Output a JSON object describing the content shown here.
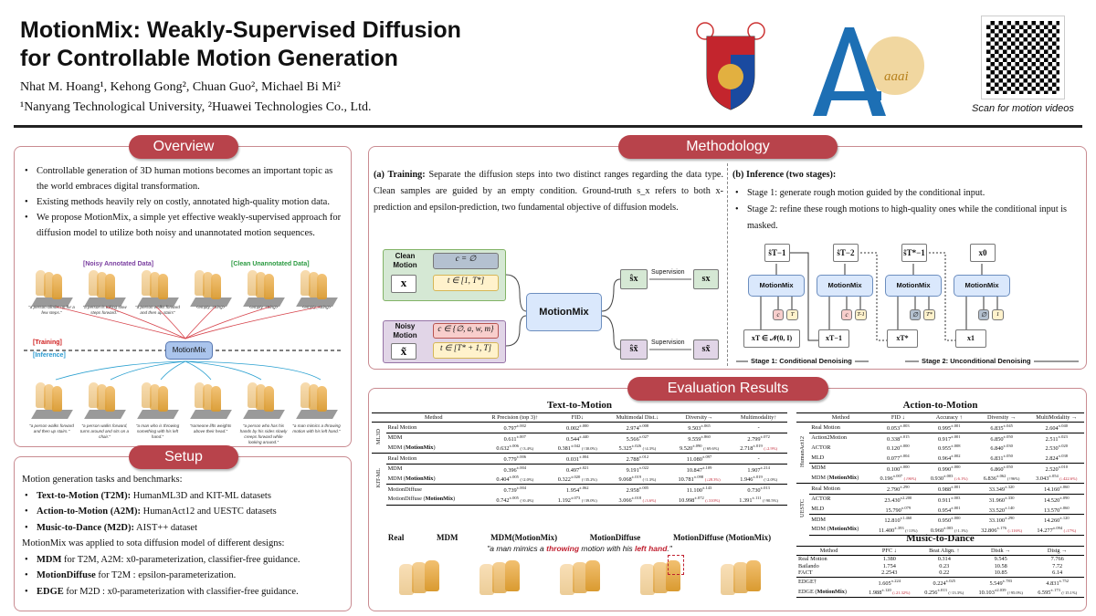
{
  "header": {
    "title_line1": "MotionMix: Weakly-Supervised Diffusion",
    "title_line2": "for Controllable Motion Generation",
    "authors": "Nhat M. Hoang¹, Kehong Gong², Chuan Guo², Michael Bi Mi²",
    "affiliations": "¹Nanyang Technological University, ²Huawei Technologies Co., Ltd.",
    "logo_aaai": "aaai",
    "qr_caption": "Scan for motion videos"
  },
  "overview": {
    "title": "Overview",
    "bullets": [
      "Controllable generation of 3D human motions becomes an important topic as the world embraces digital transformation.",
      "Existing methods heavily rely on costly, annotated high-quality motion data.",
      "We propose MotionMix, a simple yet effective weakly-supervised approach for diffusion model to utilize both noisy and unannotated motion sequences."
    ],
    "figure": {
      "noisy_label": "[Noisy Annotated Data]",
      "clean_label": "[Clean Unannotated Data]",
      "training_label": "[Training]",
      "inference_label": "[Inference]",
      "center": "MotionMix",
      "train_captions": [
        "\"a person climbs up for a few steps.\"",
        "\"a person is taking slow steps forward.\"",
        "\"a person walks forward and then up stairs\"",
        "<empty_string>",
        "<empty_string>",
        "<empty_string>"
      ],
      "infer_captions": [
        "\"a person walks forward and then up stairs.\"",
        "\"a person walks forward, turns around and sits on a chair.\"",
        "\"a man who is throwing something with his left hand.\"",
        "\"someone lifts weights above their head.\"",
        "\"a person who has his hands by his sides slowly creeps forward while looking around.\"",
        "\"a man mimics a throwing motion with his left hand.\""
      ]
    }
  },
  "setup": {
    "title": "Setup",
    "intro": "Motion generation tasks and benchmarks:",
    "tasks": [
      {
        "name": "Text-to-Motion (T2M):",
        "desc": " HumanML3D and KIT-ML datasets"
      },
      {
        "name": "Action-to-Motion (A2M):",
        "desc": " HumanAct12 and UESTC datasets"
      },
      {
        "name": "Music-to-Dance (M2D):",
        "desc": " AIST++ dataset"
      }
    ],
    "applied": "MotionMix was applied to sota diffusion model of different designs:",
    "models": [
      {
        "name": "MDM",
        "desc": " for T2M, A2M: x0-parameterization, classifier-free guidance."
      },
      {
        "name": "MotionDiffuse",
        "desc": " for T2M : epsilon-parameterization."
      },
      {
        "name": "EDGE",
        "desc": " for M2D : x0-parameterization with classifier-free guidance."
      }
    ]
  },
  "methodology": {
    "title": "Methodology",
    "training_head": "(a) Training:",
    "training_text": " Separate the diffusion steps into two distinct ranges regarding the data type. Clean samples are guided by an empty condition. Ground-truth s_x refers to both x-prediction and epsilon-prediction, two fundamental objective of diffusion models.",
    "inference_head": "(b) Inference (two stages):",
    "inference_bullets": [
      "Stage 1: generate rough motion guided by the conditional input.",
      "Stage 2: refine these rough motions to high-quality ones while the conditional input is masked."
    ],
    "train_fig": {
      "clean": "Clean Motion",
      "noisy": "Noisy Motion",
      "x": "x",
      "xt": "x̃",
      "c_clean": "c = ∅",
      "t_clean": "t ∈ [1, T*]",
      "c_noisy": "c ∈ {∅, a, w, m}",
      "t_noisy": "t ∈ [T* + 1, T]",
      "center": "MotionMix",
      "sup": "Supervision",
      "shat_x": "ŝx",
      "s_x": "sx",
      "shat_xt": "ŝx̃",
      "s_xt": "sx̃"
    },
    "infer_fig": {
      "steps": [
        {
          "out": "ŝT−1",
          "in": "xT ∈ 𝒩(0, I)",
          "c": "c",
          "t": "T"
        },
        {
          "out": "ŝT−2",
          "in": "xT−1",
          "c": "c",
          "t": "T-1"
        },
        {
          "out": "ŝT*−1",
          "in": "xT*",
          "c": "∅",
          "t": "T*"
        },
        {
          "out": "x0",
          "in": "x1",
          "c": "∅",
          "t": "1"
        }
      ],
      "block": "MotionMix",
      "stage1": "Stage 1: Conditional Denoising",
      "stage2": "Stage 2: Unconditional Denoising"
    }
  },
  "evaluation": {
    "title": "Evaluation Results",
    "t2m": {
      "title": "Text-to-Motion",
      "headers": [
        "",
        "Method",
        "R Precision (top 3)↑",
        "FID↓",
        "Multimodal Dist.↓",
        "Diversity→",
        "Multimodality↑"
      ],
      "groups": [
        {
          "name": "ML3D",
          "rows": [
            [
              [
                "Real Motion"
              ],
              [
                "0.797",
                "±.002"
              ],
              [
                "0.002",
                "±.000"
              ],
              [
                "2.974",
                "±.008"
              ],
              [
                "9.503",
                "±.065"
              ],
              [
                "-"
              ]
            ],
            [
              [
                "MDM"
              ],
              [
                "0.611",
                "±.007"
              ],
              [
                "0.544",
                "±.440"
              ],
              [
                "5.566",
                "±.027"
              ],
              [
                "9.559",
                "±.860"
              ],
              [
                "2.799",
                "±.072"
              ]
            ],
            [
              [
                "MDM (MotionMix)"
              ],
              [
                "0.632",
                "±.006",
                "(↑3.4%)"
              ],
              [
                "0.381",
                "±.042",
                "(↑30.0%)"
              ],
              [
                "5.325",
                "±.026",
                "(↑4.3%)"
              ],
              [
                "9.520",
                "±.090",
                "(↑69.6%)"
              ],
              [
                "2.718",
                "±.019",
                "(↓2.9%)",
                1
              ]
            ]
          ]
        },
        {
          "name": "KIT-ML",
          "rows": [
            [
              [
                "Real Motion"
              ],
              [
                "0.779",
                "±.006"
              ],
              [
                "0.031",
                "±.004"
              ],
              [
                "2.788",
                "±.012"
              ],
              [
                "11.080",
                "±.097"
              ],
              [
                "-"
              ]
            ],
            [
              [
                "MDM"
              ],
              [
                "0.396",
                "±.004"
              ],
              [
                "0.497",
                "±.021"
              ],
              [
                "9.191",
                "±.022"
              ],
              [
                "10.847",
                "±.109"
              ],
              [
                "1.907",
                "±.214"
              ]
            ],
            [
              [
                "MDM (MotionMix)"
              ],
              [
                "0.404",
                "±.005",
                "(↑2.0%)"
              ],
              [
                "0.322",
                "±.020",
                "(↑35.2%)"
              ],
              [
                "9.068",
                "±.019",
                "(↑1.3%)"
              ],
              [
                "10.781",
                "±.098",
                "(↓28.3%)",
                1
              ],
              [
                "1.946",
                "±.019",
                "(↑2.0%)"
              ]
            ],
            [
              [
                "MotionDiffuse"
              ],
              [
                "0.739",
                "±.004"
              ],
              [
                "1.954",
                "±.062"
              ],
              [
                "2.958",
                "±.005"
              ],
              [
                "11.100",
                "±.143"
              ],
              [
                "0.730",
                "±.013"
              ]
            ],
            [
              [
                "MotionDiffuse (MotionMix)"
              ],
              [
                "0.742",
                "±.005",
                "(↑0.4%)"
              ],
              [
                "1.192",
                "±.073",
                "(↑39.0%)"
              ],
              [
                "3.066",
                "±.018",
                "(↓3.6%)",
                1
              ],
              [
                "10.998",
                "±.072",
                "(↓310%)",
                1
              ],
              [
                "1.391",
                "±.111",
                "(↑90.5%)"
              ]
            ]
          ]
        }
      ]
    },
    "a2m": {
      "title": "Action-to-Motion",
      "headers": [
        "",
        "Method",
        "FID ↓",
        "Accuracy ↑",
        "Diversity →",
        "MultiModality →"
      ],
      "groups": [
        {
          "name": "HumanAct12",
          "rows": [
            [
              [
                "Real Motion"
              ],
              [
                "0.053",
                "±.003"
              ],
              [
                "0.995",
                "±.001"
              ],
              [
                "6.835",
                "±.045"
              ],
              [
                "2.604",
                "±.040"
              ]
            ],
            [
              [
                "Action2Motion"
              ],
              [
                "0.338",
                "±.015"
              ],
              [
                "0.917",
                "±.001"
              ],
              [
                "6.850",
                "±.050"
              ],
              [
                "2.511",
                "±.023"
              ]
            ],
            [
              [
                "ACTOR"
              ],
              [
                "0.120",
                "±.000"
              ],
              [
                "0.955",
                "±.008"
              ],
              [
                "6.840",
                "±.030"
              ],
              [
                "2.530",
                "±.020"
              ]
            ],
            [
              [
                "MLD"
              ],
              [
                "0.077",
                "±.004"
              ],
              [
                "0.964",
                "±.002"
              ],
              [
                "6.831",
                "±.050"
              ],
              [
                "2.824",
                "±.038"
              ]
            ],
            [
              [
                "MDM"
              ],
              [
                "0.100",
                "±.000"
              ],
              [
                "0.990",
                "±.000"
              ],
              [
                "6.860",
                "±.050"
              ],
              [
                "2.520",
                "±.010"
              ]
            ],
            [
              [
                "MDM (MotionMix)"
              ],
              [
                "0.196",
                "±.007",
                "(↓96%)",
                1
              ],
              [
                "0.930",
                "±.003",
                "(↓6.1%)",
                1
              ],
              [
                "6.836",
                "±.062",
                "(↑96%)"
              ],
              [
                "3.043",
                "±.054",
                "(↓422.6%)",
                1
              ]
            ]
          ]
        },
        {
          "name": "UESTC",
          "rows": [
            [
              [
                "Real Motion"
              ],
              [
                "2.790",
                "±.290"
              ],
              [
                "0.988",
                "±.001"
              ],
              [
                "33.349",
                "±.320"
              ],
              [
                "14.160",
                "±.060"
              ]
            ],
            [
              [
                "ACTOR"
              ],
              [
                "23.430",
                "±2.200"
              ],
              [
                "0.911",
                "±.003"
              ],
              [
                "31.960",
                "±.330"
              ],
              [
                "14.520",
                "±.090"
              ]
            ],
            [
              [
                "MLD"
              ],
              [
                "15.790",
                "±.079"
              ],
              [
                "0.954",
                "±.001"
              ],
              [
                "33.520",
                "±.140"
              ],
              [
                "13.570",
                "±.060"
              ]
            ],
            [
              [
                "MDM"
              ],
              [
                "12.810",
                "±1.460"
              ],
              [
                "0.950",
                "±.000"
              ],
              [
                "33.100",
                "±.290"
              ],
              [
                "14.260",
                "±.120"
              ]
            ],
            [
              [
                "MDM (MotionMix)"
              ],
              [
                "11.400",
                "±.393",
                "(↑11%)"
              ],
              [
                "0.960",
                "±.003",
                "(↑1.1%)"
              ],
              [
                "32.806",
                "±.176",
                "(↓116%)",
                1
              ],
              [
                "14.277",
                "±.094",
                "(↓17%)",
                1
              ]
            ]
          ]
        }
      ]
    },
    "m2d": {
      "title": "Music-to-Dance",
      "headers": [
        "Method",
        "PFC ↓",
        "Beat Align. ↑",
        "Distk →",
        "Distg →"
      ],
      "rows": [
        [
          [
            "Real Motion"
          ],
          [
            "1.380"
          ],
          [
            "0.314"
          ],
          [
            "9.545"
          ],
          [
            "7.766"
          ]
        ],
        [
          [
            "Bailando"
          ],
          [
            "1.754"
          ],
          [
            "0.23"
          ],
          [
            "10.58"
          ],
          [
            "7.72"
          ]
        ],
        [
          [
            "FACT"
          ],
          [
            "2.2543"
          ],
          [
            "0.22"
          ],
          [
            "10.85"
          ],
          [
            "6.14"
          ]
        ],
        [
          [
            "EDGE†"
          ],
          [
            "1.605",
            "±.224"
          ],
          [
            "0.224",
            "±.025"
          ],
          [
            "5.549",
            "±.783"
          ],
          [
            "4.831",
            "±.752"
          ]
        ],
        [
          [
            "EDGE (MotionMix)"
          ],
          [
            "1.988",
            "±.120",
            "(↓21.32%)",
            1
          ],
          [
            "0.256",
            "±.013",
            "(↑13.3%)"
          ],
          [
            "10.103",
            "±2.039",
            "(↑95.0%)"
          ],
          [
            "6.595",
            "±.173",
            "(↑15.1%)"
          ]
        ]
      ]
    },
    "qualitative": {
      "columns": [
        "Real",
        "MDM",
        "MDM(MotionMix)",
        "MotionDiffuse",
        "MotionDiffuse (MotionMix)"
      ],
      "prompt_pre": "\"a man mimics a ",
      "prompt_hl1": "throwing",
      "prompt_mid": " motion with his ",
      "prompt_hl2": "left hand",
      "prompt_post": ".\""
    }
  }
}
